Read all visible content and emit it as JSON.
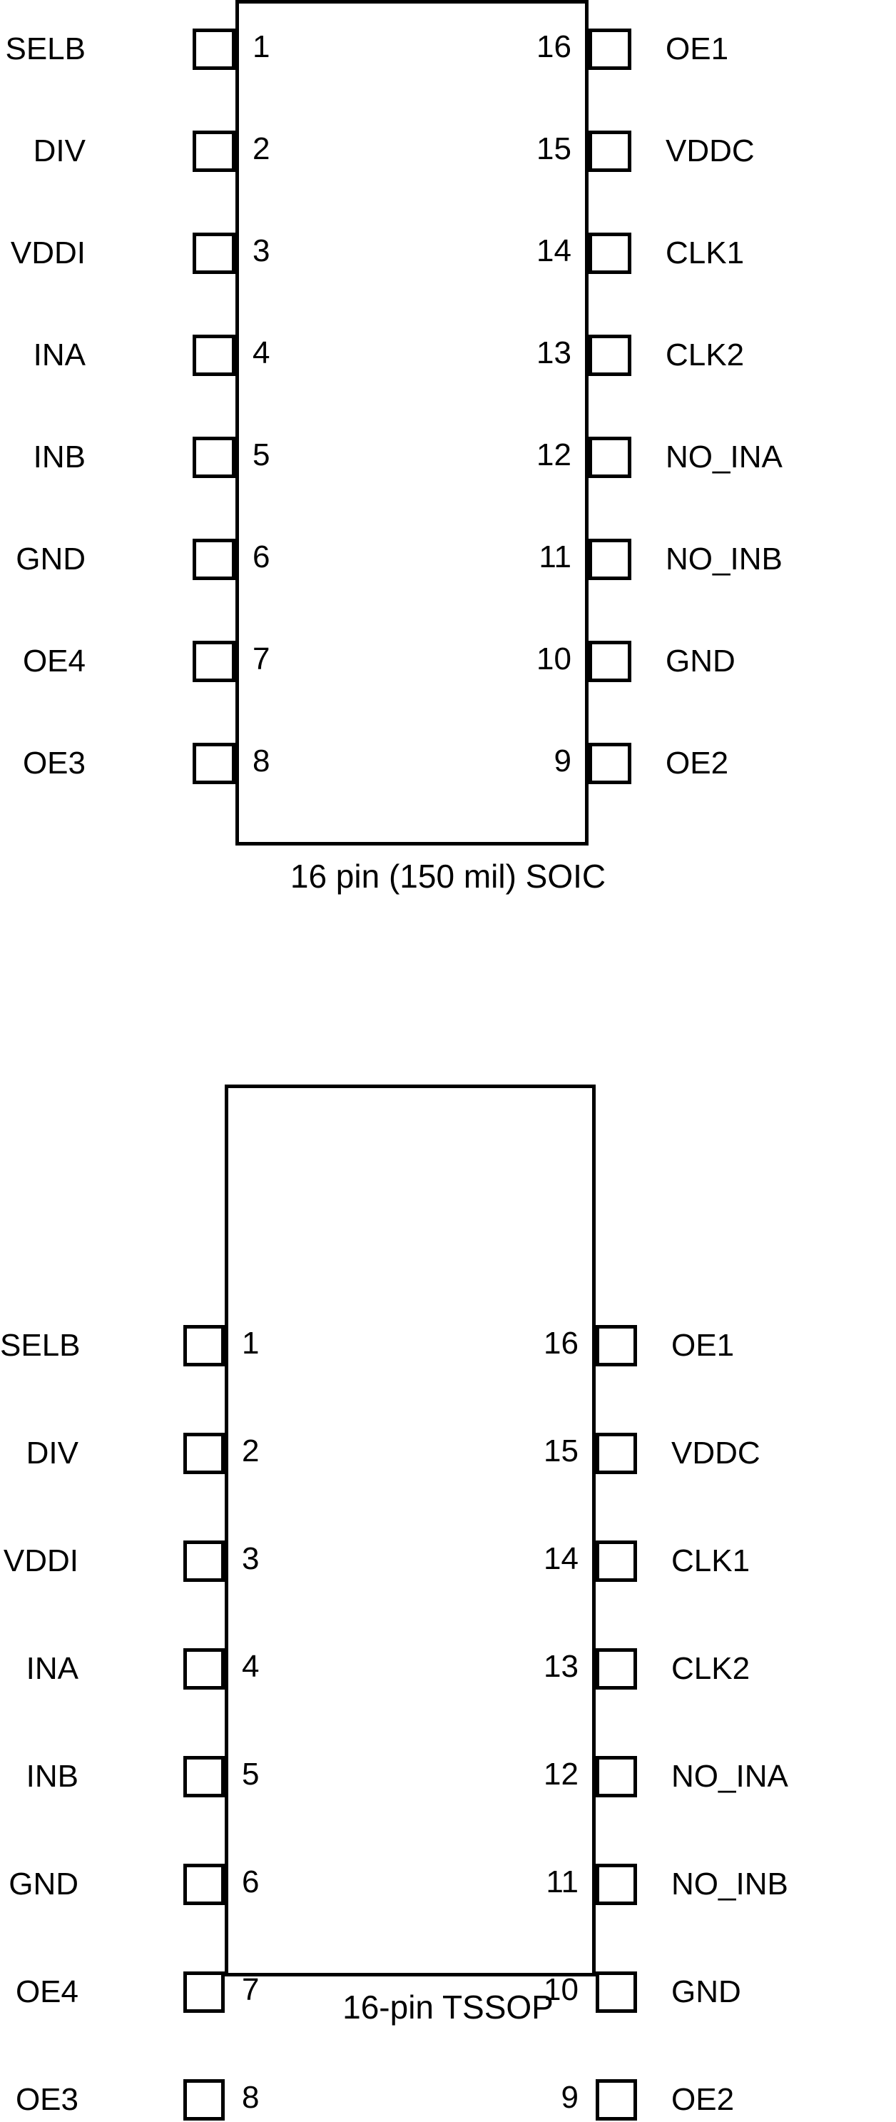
{
  "diagrams": [
    {
      "id": "soic",
      "caption": "16 pin (150 mil) SOIC",
      "left_pins": [
        {
          "number": "1",
          "name": "SELB"
        },
        {
          "number": "2",
          "name": "DIV"
        },
        {
          "number": "3",
          "name": "VDDI"
        },
        {
          "number": "4",
          "name": "INA"
        },
        {
          "number": "5",
          "name": "INB"
        },
        {
          "number": "6",
          "name": "GND"
        },
        {
          "number": "7",
          "name": "OE4"
        },
        {
          "number": "8",
          "name": "OE3"
        }
      ],
      "right_pins": [
        {
          "number": "16",
          "name": "OE1"
        },
        {
          "number": "15",
          "name": "VDDC"
        },
        {
          "number": "14",
          "name": "CLK1"
        },
        {
          "number": "13",
          "name": "CLK2"
        },
        {
          "number": "12",
          "name": "NO_INA"
        },
        {
          "number": "11",
          "name": "NO_INB"
        },
        {
          "number": "10",
          "name": "GND"
        },
        {
          "number": "9",
          "name": "OE2"
        }
      ]
    },
    {
      "id": "tssop",
      "caption": "16-pin TSSOP",
      "left_pins": [
        {
          "number": "1",
          "name": "SELB"
        },
        {
          "number": "2",
          "name": "DIV"
        },
        {
          "number": "3",
          "name": "VDDI"
        },
        {
          "number": "4",
          "name": "INA"
        },
        {
          "number": "5",
          "name": "INB"
        },
        {
          "number": "6",
          "name": "GND"
        },
        {
          "number": "7",
          "name": "OE4"
        },
        {
          "number": "8",
          "name": "OE3"
        }
      ],
      "right_pins": [
        {
          "number": "16",
          "name": "OE1"
        },
        {
          "number": "15",
          "name": "VDDC"
        },
        {
          "number": "14",
          "name": "CLK1"
        },
        {
          "number": "13",
          "name": "CLK2"
        },
        {
          "number": "12",
          "name": "NO_INA"
        },
        {
          "number": "11",
          "name": "NO_INB"
        },
        {
          "number": "10",
          "name": "GND"
        },
        {
          "number": "9",
          "name": "OE2"
        }
      ]
    }
  ],
  "colors": {
    "line": "#000000",
    "background": "#ffffff",
    "text": "#000000"
  }
}
